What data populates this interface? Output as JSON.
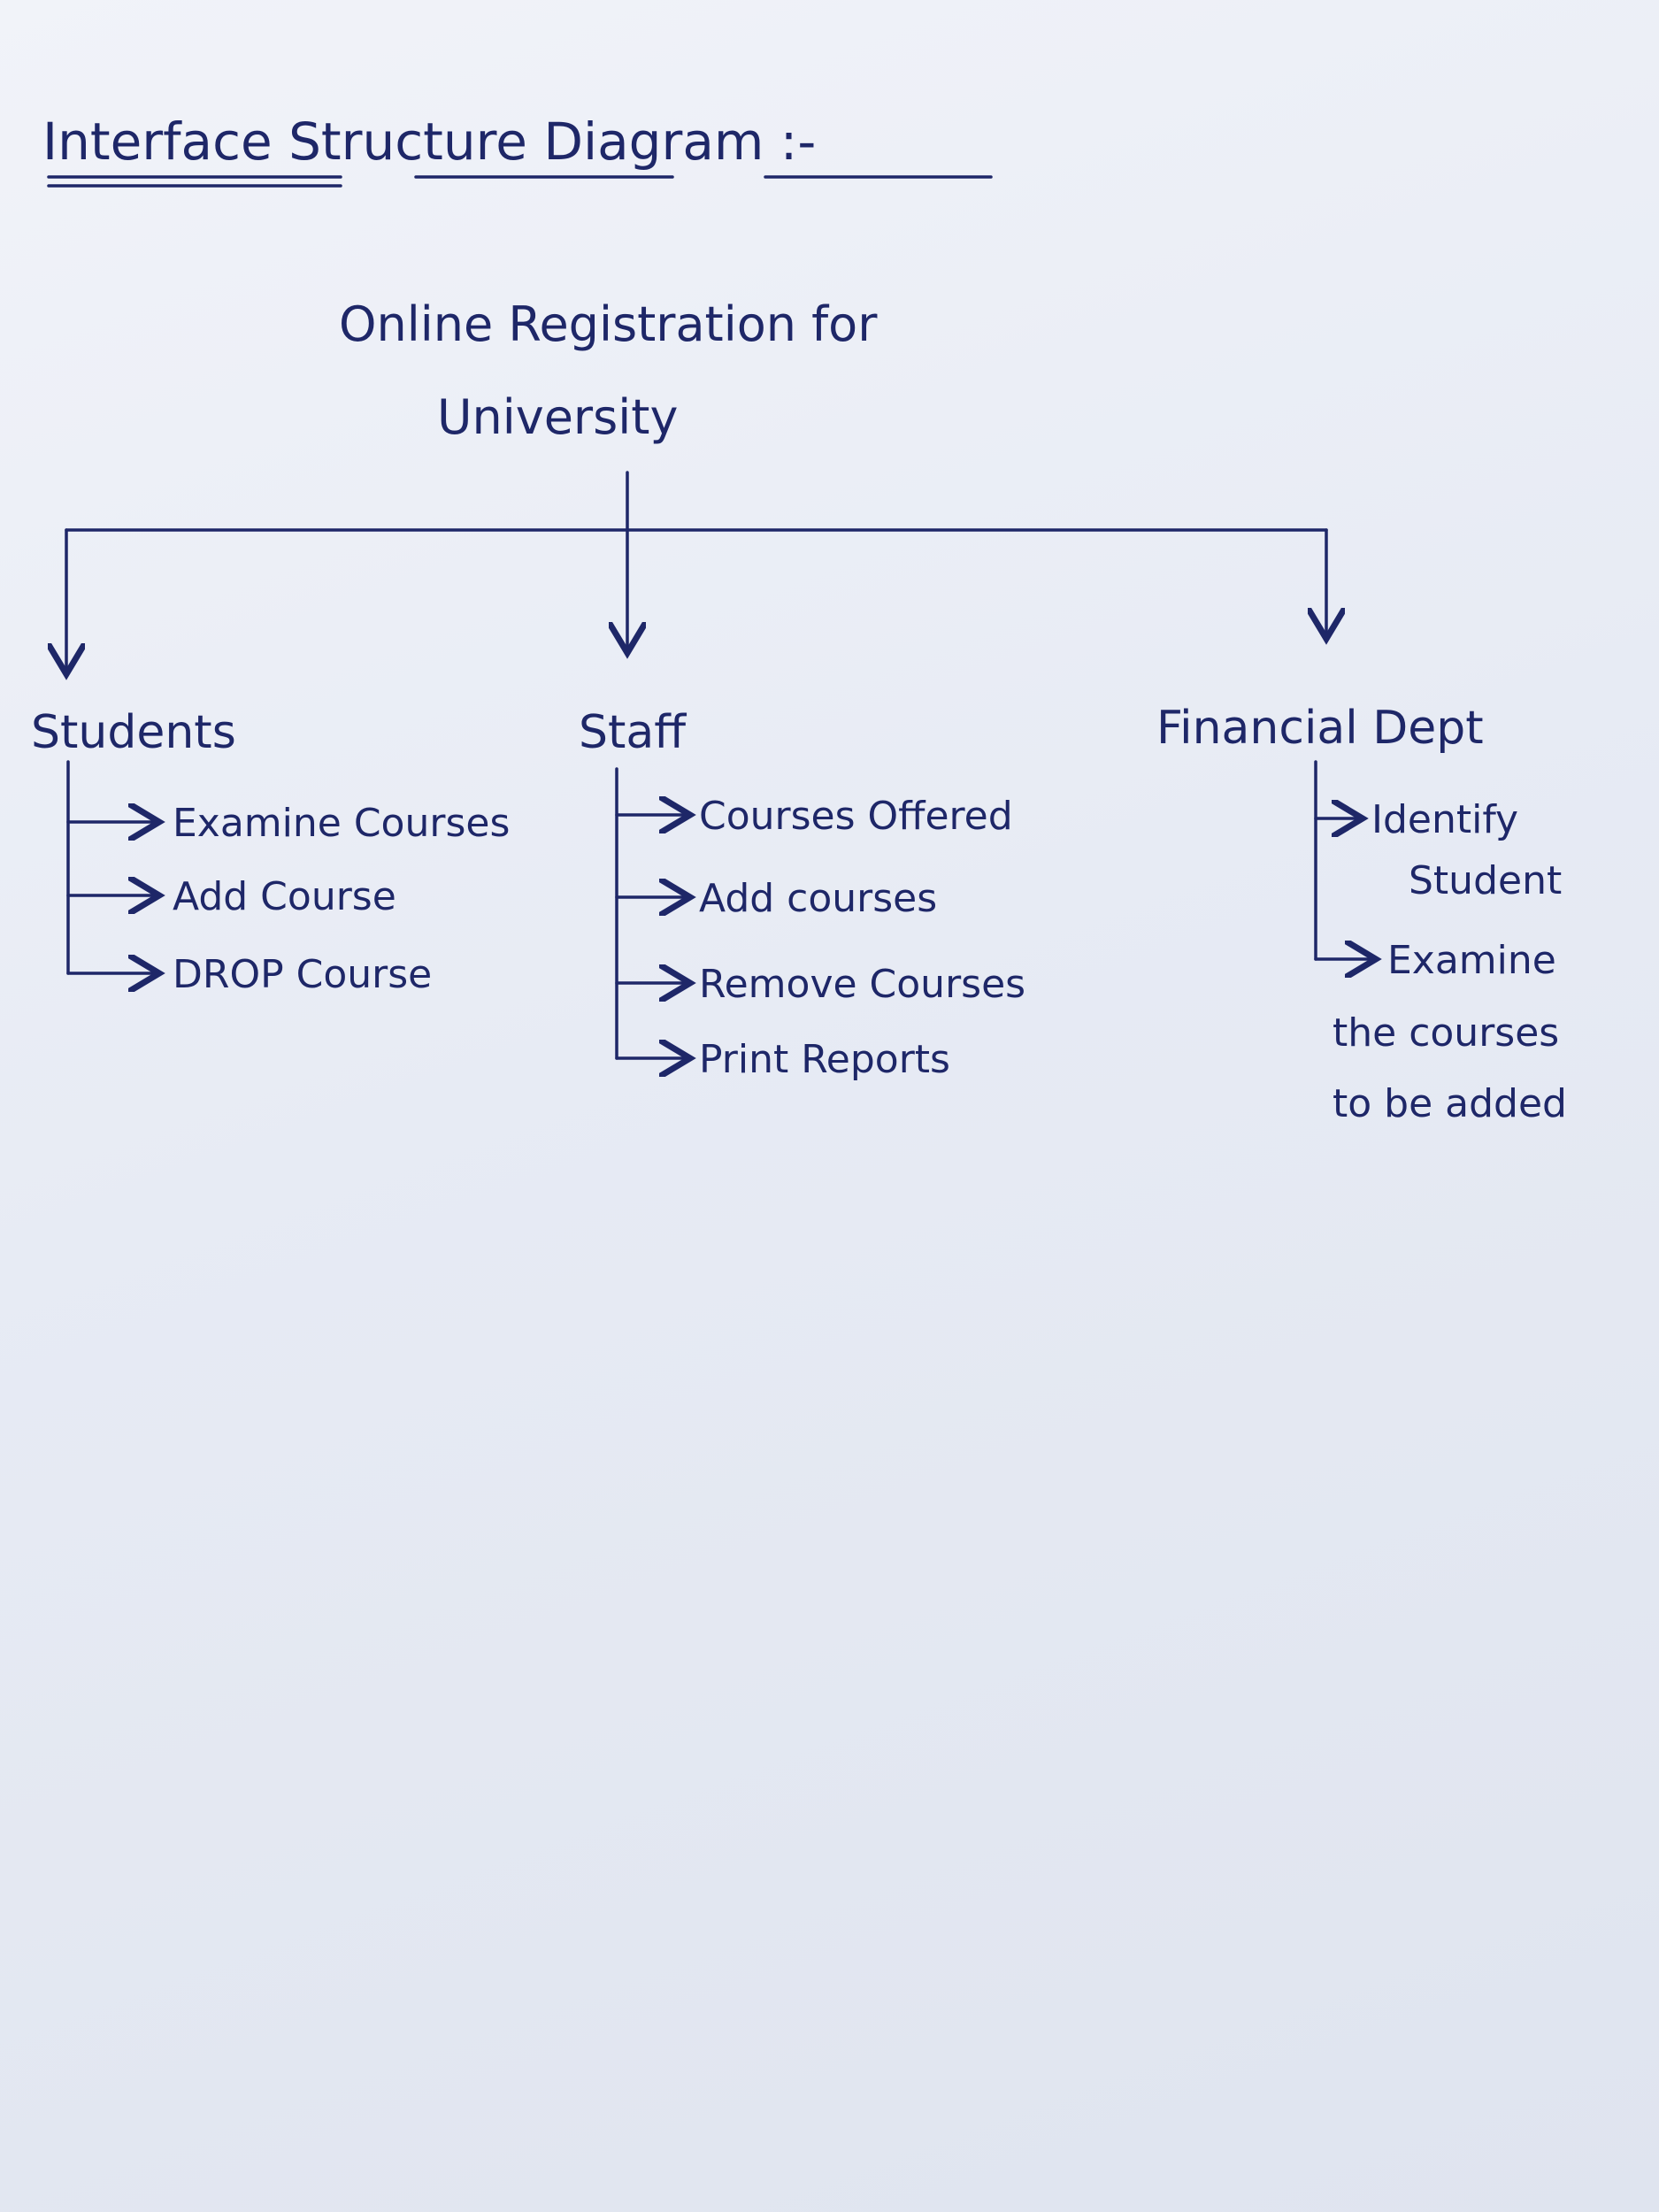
{
  "title": "Interface Structure Diagram :-",
  "root": {
    "line1": "Online Registration for",
    "line2": "University"
  },
  "branches": {
    "students": {
      "label": "Students",
      "items": [
        "Examine Courses",
        "Add Course",
        "DROP Course"
      ]
    },
    "staff": {
      "label": "Staff",
      "items": [
        "Courses Offered",
        "Add courses",
        "Remove Courses",
        "Print Reports"
      ]
    },
    "financial": {
      "label": "Financial Dept",
      "items": [
        {
          "line1": "Identify",
          "line2": "Student"
        },
        {
          "line1": "Examine",
          "line2": "the courses",
          "line3": "to be added"
        }
      ]
    }
  },
  "colors": {
    "ink": "#1e2768",
    "paper": "#e8ecf5"
  }
}
